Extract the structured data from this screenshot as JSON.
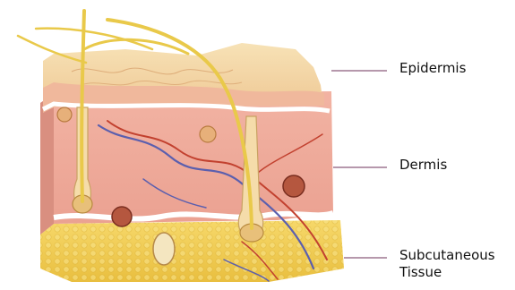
{
  "labels": {
    "epidermis": "Epidermis",
    "dermis": "Dermis",
    "subcutaneous_line1": "Subcutaneous",
    "subcutaneous_line2": "Tissue"
  },
  "colors": {
    "epidermis_top": "#f4d9a6",
    "epidermis_side": "#f0b59a",
    "dermis": "#f3b6a6",
    "dermis_dark": "#d9897a",
    "subcutaneous": "#f2cf5a",
    "hair": "#e9c94a",
    "vessel_blue": "#5b5fae",
    "vessel_red": "#c2412f",
    "leader_line": "#8a5a7a"
  }
}
